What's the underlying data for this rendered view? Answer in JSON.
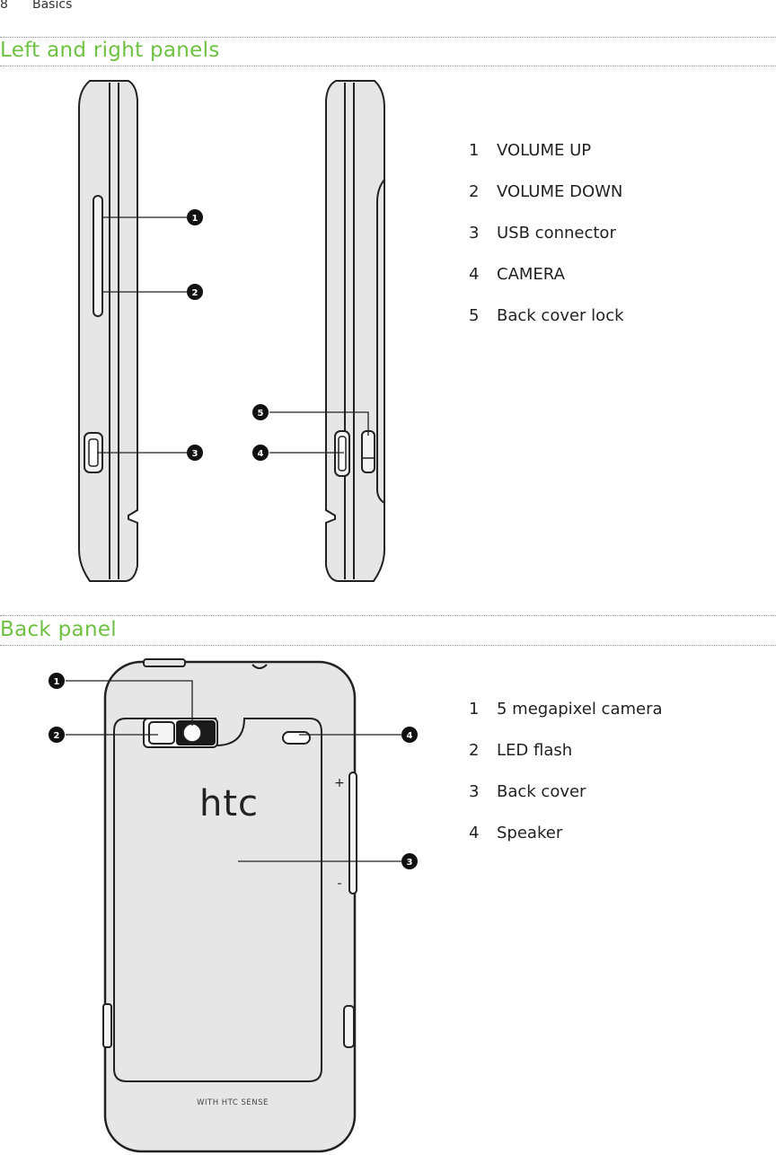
{
  "header": {
    "page_number": "8",
    "chapter": "Basics"
  },
  "sections": [
    {
      "title": "Left and right panels",
      "callouts": [
        {
          "number": "1",
          "label": "VOLUME UP"
        },
        {
          "number": "2",
          "label": "VOLUME DOWN"
        },
        {
          "number": "3",
          "label": "USB connector"
        },
        {
          "number": "4",
          "label": "CAMERA"
        },
        {
          "number": "5",
          "label": "Back cover lock"
        }
      ]
    },
    {
      "title": "Back panel",
      "callouts": [
        {
          "number": "1",
          "label": "5 megapixel camera"
        },
        {
          "number": "2",
          "label": "LED flash"
        },
        {
          "number": "3",
          "label": "Back cover"
        },
        {
          "number": "4",
          "label": "Speaker"
        }
      ]
    }
  ],
  "illustration_text": {
    "logo": "htc",
    "back_caption": "WITH HTC SENSE",
    "volume_plus": "+",
    "volume_minus": "-"
  }
}
